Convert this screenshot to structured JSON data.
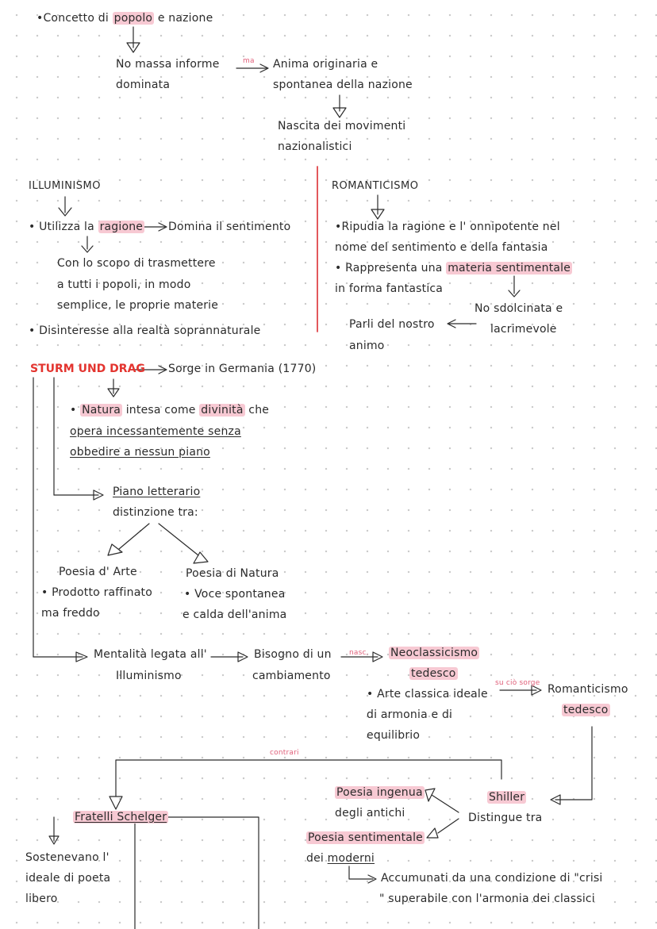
{
  "popolo": {
    "title_pre": "•Concetto di ",
    "title_hl": "popolo",
    "title_post": " e nazione",
    "no_massa_1": "No massa informe",
    "no_massa_2": "dominata",
    "ma": "ma",
    "anima_1": "Anima originaria e",
    "anima_2": "spontanea della nazione",
    "nascita_1": "Nascita dei movimenti",
    "nascita_2": "nazionalistici"
  },
  "illuminismo": {
    "title": "ILLUMINISMO",
    "b1_pre": "• Utilizza la ",
    "b1_hl": "ragione",
    "b1_result": "Domina il sentimento",
    "scopo_1": "Con lo scopo di trasmettere",
    "scopo_2": "a tutti i popoli, in modo",
    "scopo_3": "semplice, le proprie materie",
    "b2": "• Disinteresse alla realtà soprannaturale"
  },
  "romanticismo": {
    "title": "ROMANTICISMO",
    "b1_1": "•Ripudia la ragione e l' onnipotente nel",
    "b1_2": "nome del sentimento e della fantasia",
    "b2_pre": "• Rappresenta una ",
    "b2_hl": "materia sentimentale",
    "b2_2": "in forma fantastica",
    "no_sdolc_1": "No sdolcinata e",
    "no_sdolc_2": "lacrimevole",
    "parli_1": "Parli del nostro",
    "parli_2": "animo"
  },
  "sturm": {
    "title": "STURM UND DRAG",
    "sorge": "Sorge in Germania (1770)",
    "natura_pre": "• ",
    "natura_hl1": "Natura",
    "natura_mid": " intesa come ",
    "natura_hl2": "divinità",
    "natura_post": " che",
    "opera_1": "opera incessantemente senza",
    "opera_2": "obbedire a nessun piano",
    "piano_1": "Piano letterario",
    "piano_2": "distinzione tra:",
    "arte_1": "Poesia d' Arte",
    "arte_2": "• Prodotto raffinato",
    "arte_3": "ma freddo",
    "natura_p1": "Poesia di Natura",
    "natura_p2": "• Voce spontanea",
    "natura_p3": "e calda dell'anima",
    "mentalita_1": "Mentalità legata all'",
    "mentalita_2": "Illuminismo",
    "bisogno_1": "Bisogno di un",
    "bisogno_2": "cambiamento",
    "nasc": "nasc.",
    "neo_1": "Neoclassicismo",
    "neo_2": "tedesco",
    "arte_classica_1": "• Arte classica ideale",
    "arte_classica_2": "di armonia e di",
    "arte_classica_3": "equilibrio",
    "su_cio_sorge": "su ciò sorge",
    "rom_1": "Romanticismo",
    "rom_2": "tedesco"
  },
  "bottom": {
    "contrari": "contrari",
    "fratelli": "Fratelli Schelger",
    "sostenevano_1": "Sostenevano l'",
    "sostenevano_2": "ideale di poeta",
    "sostenevano_3": "libero",
    "ingenua_1": "Poesia ingenua",
    "ingenua_2": "degli antichi",
    "sentimentale_1": "Poesia sentimentale",
    "sentimentale_2_pre": "dei ",
    "sentimentale_2_ul": "moderni",
    "shiller": "Shiller",
    "distingue": "Distingue tra",
    "accumunati_1": "Accumunati da una condizione di \"crisi",
    "accumunati_2": "\" superabile con l'armonia dei classici"
  }
}
